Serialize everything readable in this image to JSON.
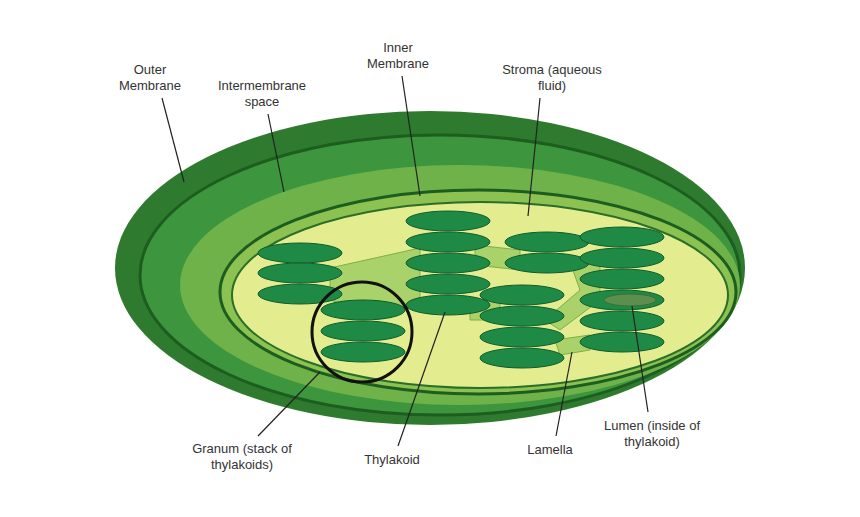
{
  "diagram": {
    "labels": [
      "Outer Membrane",
      "Intermembrane space",
      "Inner Membrane",
      "Stroma (aqueous fluid)",
      "Granum (stack of thylakoids)",
      "Thylakoid",
      "Lamella",
      "Lumen (inside of thylakoid)"
    ]
  }
}
